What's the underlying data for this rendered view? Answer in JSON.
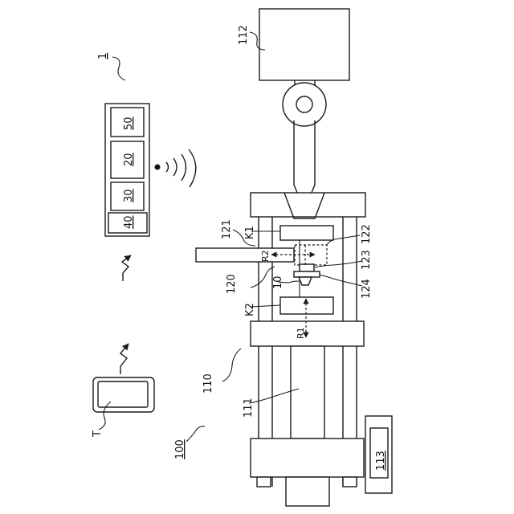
{
  "labels": {
    "system": "1",
    "apparatus": "100",
    "machine": "110",
    "clamping_unit": "111",
    "injection_unit": "112",
    "controller": "113",
    "mold": "120",
    "fixed_platen": "121",
    "sensor_head": "122",
    "sensor_element": "123",
    "nozzle_tip": "124",
    "molded_part": "10",
    "module_20": "20",
    "module_30": "30",
    "module_40": "40",
    "module_50": "50",
    "terminal": "T",
    "cavity_1": "K1",
    "cavity_2": "K2",
    "direction_1": "R1",
    "direction_2": "R2"
  }
}
